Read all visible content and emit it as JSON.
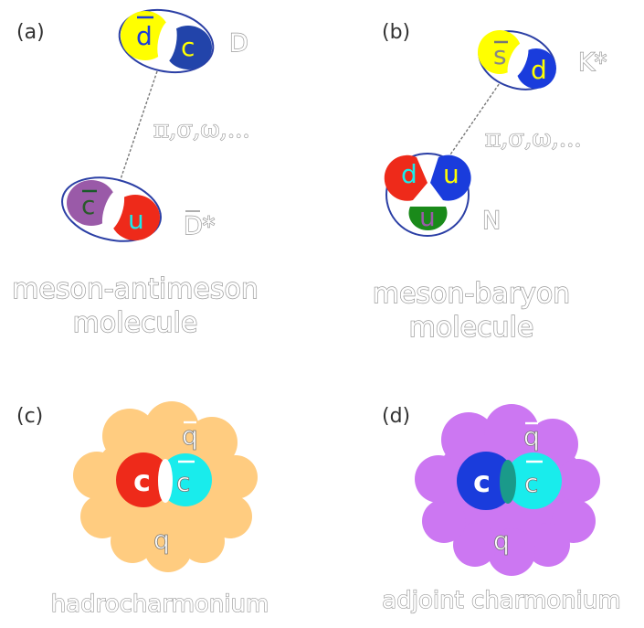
{
  "panels": {
    "a": {
      "tag": "(a)",
      "meson_top": {
        "quarks": [
          "d",
          "c"
        ],
        "label": "D"
      },
      "meson_bottom": {
        "quarks": [
          "c",
          "u"
        ],
        "label": "D*"
      },
      "exchange": "π,σ,ω,...",
      "caption_line1": "meson-antimeson",
      "caption_line2": "molecule"
    },
    "b": {
      "tag": "(b)",
      "meson": {
        "quarks": [
          "s",
          "d"
        ],
        "label": "K*"
      },
      "baryon": {
        "quarks": [
          "d",
          "u",
          "u"
        ],
        "label": "N"
      },
      "exchange": "π,σ,ω,...",
      "caption_line1": "meson-baryon",
      "caption_line2": "molecule"
    },
    "c": {
      "tag": "(c)",
      "quarks": [
        "c",
        "c",
        "q",
        "q"
      ],
      "caption": "hadrocharmonium"
    },
    "d": {
      "tag": "(d)",
      "quarks": [
        "c",
        "c",
        "q",
        "q"
      ],
      "caption": "adjoint charmonium"
    }
  },
  "colors": {
    "yellow": "#ffff00",
    "blue": "#1a3cdc",
    "blue_dark": "#2244aa",
    "red": "#ee2a1a",
    "purple": "#9a5aa8",
    "green": "#1a8a1a",
    "cyan": "#19ecec",
    "orange_cloud": "#ffcc80",
    "violet_cloud": "#cc77f2",
    "teal": "#1a9a8a"
  }
}
